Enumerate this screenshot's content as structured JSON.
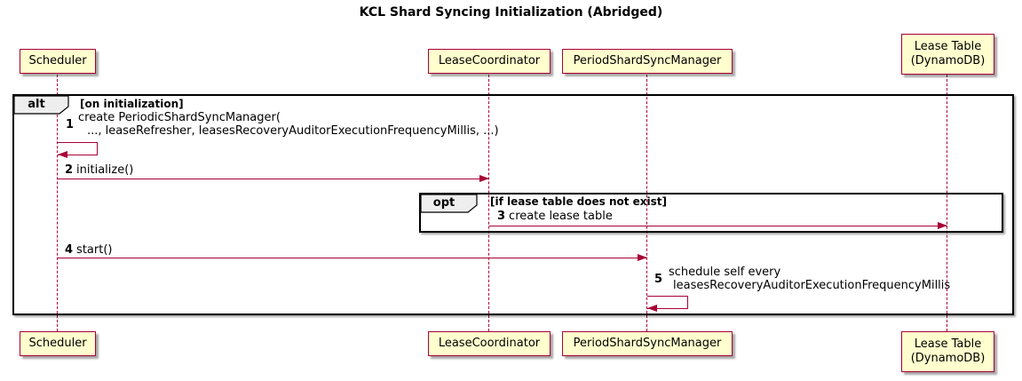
{
  "title": "KCL Shard Syncing Initialization (Abridged)",
  "colors": {
    "participant_fill": "#FEFECE",
    "accent": "#A80036",
    "frame_border": "#000000",
    "frame_label_fill": "#EEEEEE"
  },
  "participants": [
    {
      "label": "Scheduler"
    },
    {
      "label": "LeaseCoordinator"
    },
    {
      "label": "PeriodShardSyncManager"
    },
    {
      "lines": [
        "Lease Table",
        "(DynamoDB)"
      ]
    }
  ],
  "frames": {
    "alt": {
      "keyword": "alt",
      "condition": "[on initialization]"
    },
    "opt": {
      "keyword": "opt",
      "condition": "[if lease table does not exist]"
    }
  },
  "messages": [
    {
      "num": "1",
      "lines": [
        "create PeriodicShardSyncManager(",
        "..., leaseRefresher, leasesRecoveryAuditorExecutionFrequencyMillis, ...)"
      ]
    },
    {
      "num": "2",
      "text": "initialize()"
    },
    {
      "num": "3",
      "text": "create lease table"
    },
    {
      "num": "4",
      "text": "start()"
    },
    {
      "num": "5",
      "lines": [
        "schedule self every",
        "leasesRecoveryAuditorExecutionFrequencyMillis"
      ]
    }
  ]
}
